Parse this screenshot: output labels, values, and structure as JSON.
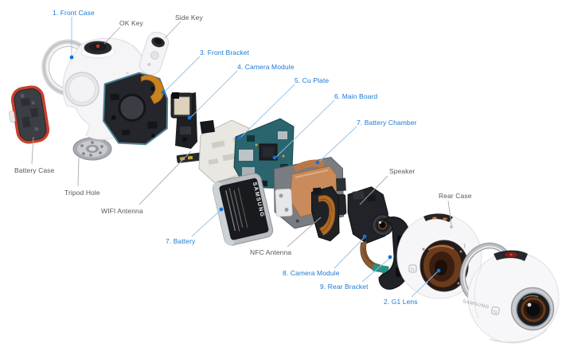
{
  "diagram": {
    "description": "Exploded parts view of a spherical 360 camera",
    "labels": [
      {
        "id": "front-case",
        "text": "1. Front Case",
        "color": "blue"
      },
      {
        "id": "ok-key",
        "text": "OK Key",
        "color": "dark"
      },
      {
        "id": "side-key",
        "text": "Side Key",
        "color": "dark"
      },
      {
        "id": "front-bracket",
        "text": "3. Front Bracket",
        "color": "blue"
      },
      {
        "id": "camera-module-4",
        "text": "4. Camera Module",
        "color": "blue"
      },
      {
        "id": "cu-plate",
        "text": "5. Cu Plate",
        "color": "blue"
      },
      {
        "id": "main-board",
        "text": "6. Main Board",
        "color": "blue"
      },
      {
        "id": "battery-chamber",
        "text": "7. Battery Chamber",
        "color": "blue"
      },
      {
        "id": "battery-case",
        "text": "Battery Case",
        "color": "dark"
      },
      {
        "id": "tripod-hole",
        "text": "Tripod Hole",
        "color": "dark"
      },
      {
        "id": "wifi-antenna",
        "text": "WIFI Antenna",
        "color": "dark"
      },
      {
        "id": "battery",
        "text": "7. Battery",
        "color": "blue"
      },
      {
        "id": "nfc-antenna",
        "text": "NFC Antenna",
        "color": "dark"
      },
      {
        "id": "speaker",
        "text": "Speaker",
        "color": "dark"
      },
      {
        "id": "rear-case",
        "text": "Rear Case",
        "color": "dark"
      },
      {
        "id": "camera-module-8",
        "text": "8. Camera Module",
        "color": "blue"
      },
      {
        "id": "rear-bracket",
        "text": "9. Rear Bracket",
        "color": "blue"
      },
      {
        "id": "g1-lens",
        "text": "2. G1 Lens",
        "color": "blue"
      }
    ],
    "branding": {
      "battery_text": "SAMSUNG",
      "camera_text": "SAMSUNG",
      "nfc_mark": "N"
    }
  },
  "colors": {
    "label_blue": "#1a79d4",
    "label_dark": "#55585c",
    "leader_blue": "#8ec3ec",
    "leader_gray": "#ababad",
    "dot_blue": "#1672d9",
    "battery_case_rim": "#c8402c",
    "copper": "#c98a5c",
    "pcb_teal": "#2a646c",
    "flex_orange": "#b06c28"
  }
}
